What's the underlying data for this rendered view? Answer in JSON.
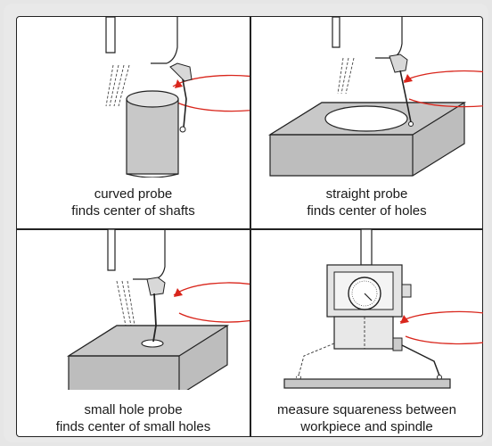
{
  "colors": {
    "rotation_arrow": "#d9261c",
    "block_fill": "#bdbdbd",
    "block_top": "#c8c8c8",
    "outline": "#222222"
  },
  "cells": [
    {
      "caption_line1": "curved probe",
      "caption_line2": "finds center of shafts"
    },
    {
      "caption_line1": "straight probe",
      "caption_line2": "finds center of holes"
    },
    {
      "caption_line1": "small hole probe",
      "caption_line2": "finds center of small holes"
    },
    {
      "caption_line1": "measure squareness between",
      "caption_line2": "workpiece and spindle"
    }
  ]
}
